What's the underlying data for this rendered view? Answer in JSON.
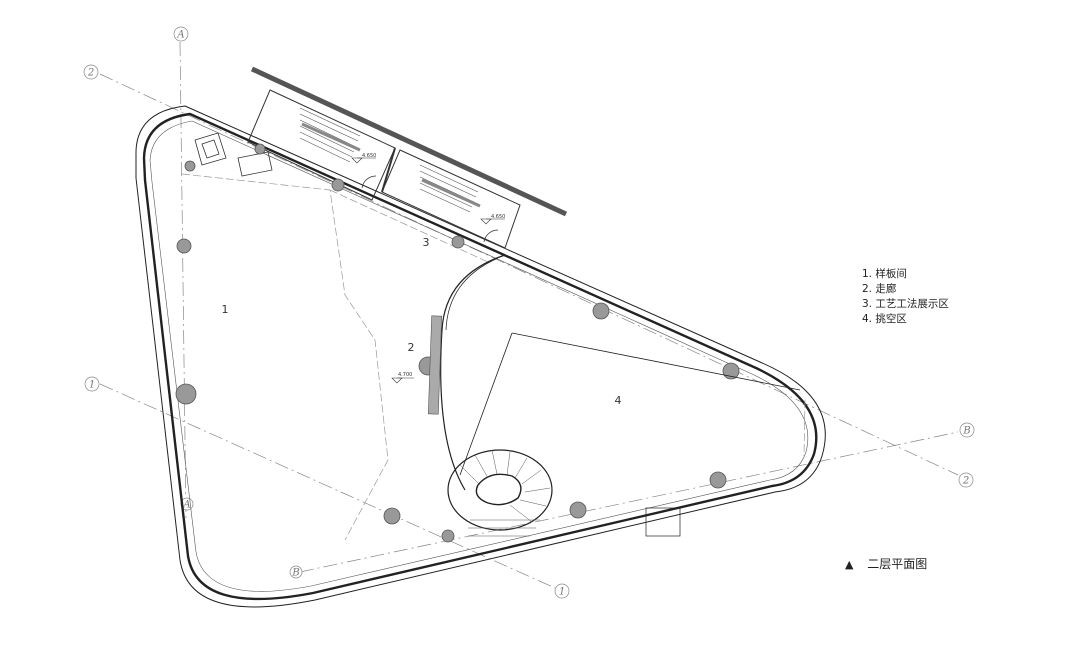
{
  "zone_labels": [
    "1",
    "2",
    "3",
    "4"
  ],
  "legend": [
    "1. 样板间",
    "2. 走廊",
    "3. 工艺工法展示区",
    "4. 挑空区"
  ],
  "axes": [
    "A",
    "B",
    "1",
    "2"
  ],
  "elevations": [
    "4.650",
    "4.650",
    "4.700"
  ],
  "caption": {
    "marker": "▲",
    "title": "二层平面图"
  }
}
